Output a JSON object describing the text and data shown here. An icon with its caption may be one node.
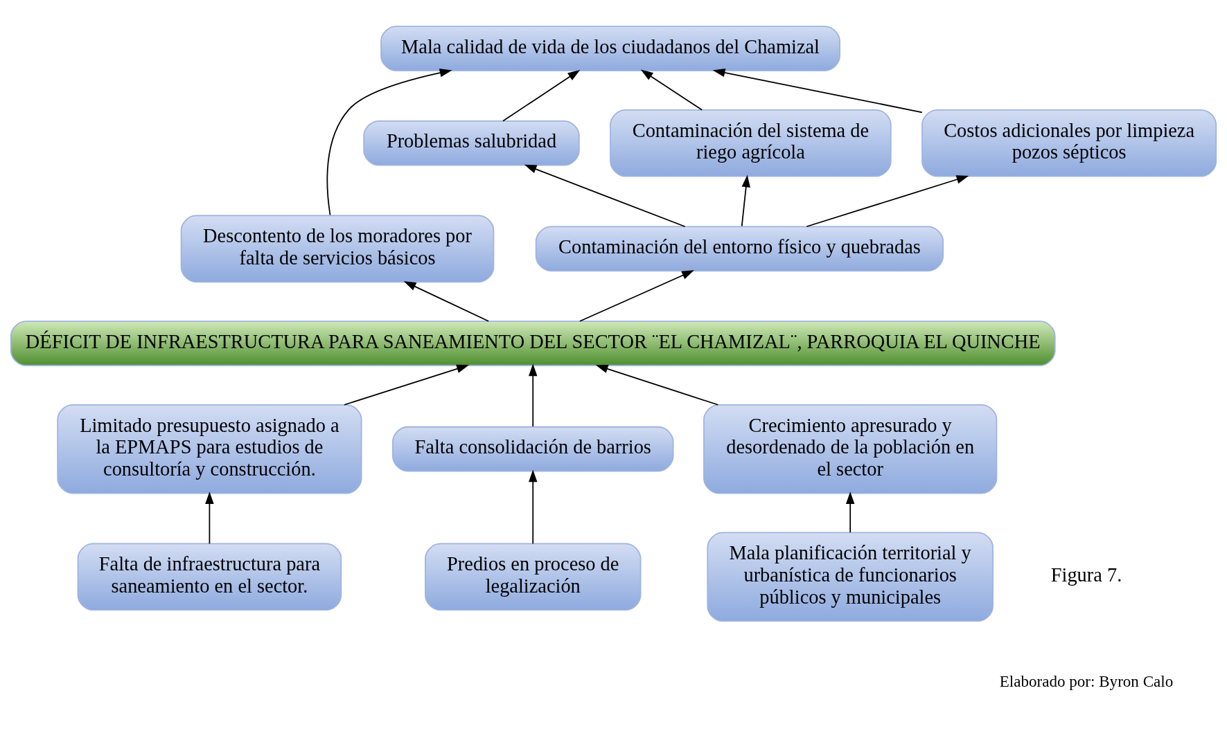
{
  "diagram": {
    "nodes": [
      {
        "text": [
          "Mala calidad de vida de los ciudadanos del Chamizal"
        ]
      },
      {
        "text": [
          "Problemas salubridad"
        ]
      },
      {
        "text": [
          "Contaminación del sistema de riego agrícola"
        ]
      },
      {
        "text": [
          "Costos adicionales por limpieza pozos sépticos"
        ]
      },
      {
        "text": [
          "Descontento de los moradores por falta de servicios básicos"
        ]
      },
      {
        "text": [
          "Contaminación del entorno físico y quebradas"
        ]
      },
      {
        "text": [
          "DÉFICIT DE INFRAESTRUCTURA PARA SANEAMIENTO DEL SECTOR ¨EL CHAMIZAL¨, PARROQUIA EL QUINCHE"
        ]
      },
      {
        "text": [
          "Limitado presupuesto asignado a la EPMAPS para estudios de consultoría y construcción."
        ]
      },
      {
        "text": [
          "Falta consolidación de barrios"
        ]
      },
      {
        "text": [
          "Crecimiento apresurado y desordenado de la población en el sector"
        ]
      },
      {
        "text": [
          "Falta de infraestructura para saneamiento en el sector."
        ]
      },
      {
        "text": [
          "Predios en proceso de legalización"
        ]
      },
      {
        "text": [
          "Mala planificación territorial y urbanística de funcionarios públicos y municipales"
        ]
      }
    ],
    "edges": [
      {
        "from": 4,
        "to": 0,
        "arrow": "to"
      },
      {
        "from": 1,
        "to": 0,
        "arrow": "to"
      },
      {
        "from": 2,
        "to": 0,
        "arrow": "to"
      },
      {
        "from": 3,
        "to": 0,
        "arrow": "to"
      },
      {
        "from": 5,
        "to": 1,
        "arrow": "to"
      },
      {
        "from": 5,
        "to": 2,
        "arrow": "to"
      },
      {
        "from": 5,
        "to": 3,
        "arrow": "to"
      },
      {
        "from": 6,
        "to": 4,
        "arrow": "to"
      },
      {
        "from": 6,
        "to": 5,
        "arrow": "to"
      },
      {
        "from": 7,
        "to": 6,
        "arrow": "to"
      },
      {
        "from": 8,
        "to": 6,
        "arrow": "to"
      },
      {
        "from": 9,
        "to": 6,
        "arrow": "to"
      },
      {
        "from": 10,
        "to": 7,
        "arrow": "to"
      },
      {
        "from": 11,
        "to": 8,
        "arrow": "to"
      },
      {
        "from": 12,
        "to": 9,
        "arrow": "to"
      }
    ],
    "labels": [
      "Figura 7.",
      "Elaborado por: Byron Calo"
    ]
  }
}
